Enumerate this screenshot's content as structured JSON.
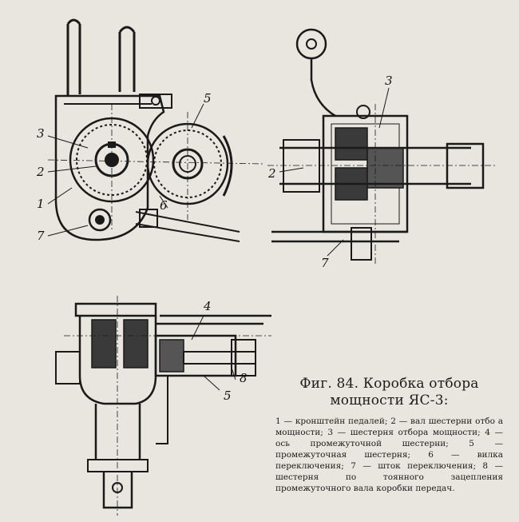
{
  "figure": {
    "caption_title": "Фиг. 84. Коробка отбора мощности ЯС-3:",
    "legend": "1 — кронштейн педалей; 2 — вал шестерни отбо а мощности; 3 — шестерня отбора мощности; 4 — ось промежуточной шестерни; 5 — промежуточная шестерня; 6 — вилка переключения; 7 — шток переключения; 8 — шестерня по тоянного зацепления промежуточного вала коробки передач.",
    "callouts": {
      "top_left": [
        "3",
        "2",
        "1",
        "7",
        "5",
        "6"
      ],
      "top_right": [
        "3",
        "2",
        "7"
      ],
      "bottom": [
        "4",
        "8",
        "5"
      ]
    }
  }
}
